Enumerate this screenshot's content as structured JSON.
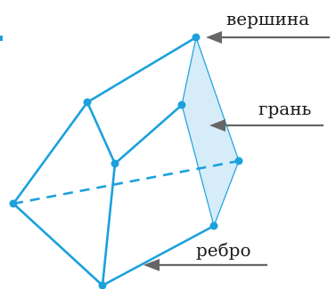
{
  "colors": {
    "edge": "#1ba1dc",
    "face_fill": "#d6ecf9",
    "pointer": "#666666"
  },
  "labels": {
    "vertex": "вершина",
    "face": "грань",
    "edge": "ребро"
  }
}
